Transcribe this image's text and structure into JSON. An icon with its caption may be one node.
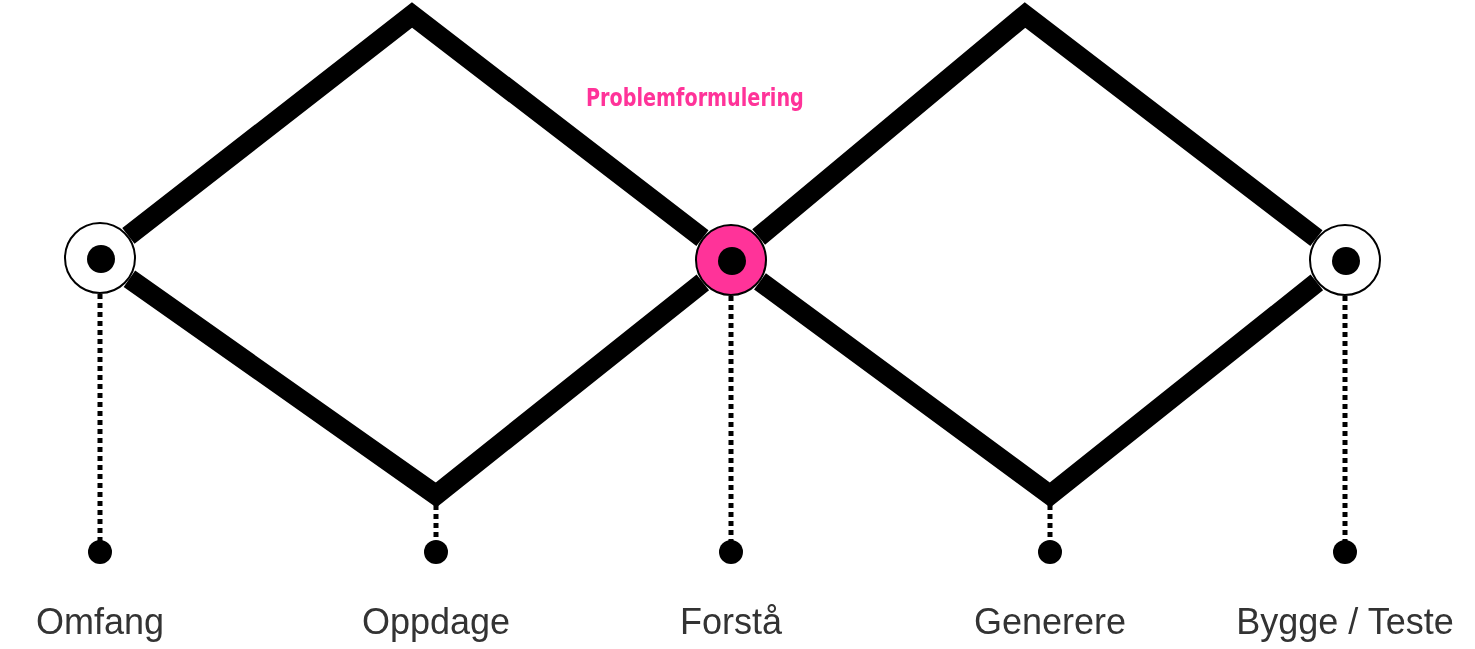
{
  "diagram": {
    "nodes": [
      {
        "text": [],
        "shape": "circle"
      },
      {
        "text": [],
        "shape": "circle"
      },
      {
        "text": [],
        "shape": "circle"
      },
      {
        "text": [
          "Omfang"
        ]
      },
      {
        "text": [
          "Oppdage"
        ]
      },
      {
        "text": [
          "Forstå"
        ]
      },
      {
        "text": [
          "Generere"
        ]
      },
      {
        "text": [
          "Bygge / Teste"
        ]
      }
    ],
    "edges": [
      {
        "from": 0,
        "to": 1,
        "arrow": "none",
        "style": "thick"
      },
      {
        "from": 0,
        "to": 1,
        "arrow": "none",
        "style": "thick"
      },
      {
        "from": 1,
        "to": 2,
        "arrow": "none",
        "style": "thick"
      },
      {
        "from": 1,
        "to": 2,
        "arrow": "none",
        "style": "thick"
      },
      {
        "from": 0,
        "to": 3,
        "arrow": "other",
        "style": "dashed"
      },
      {
        "from": null,
        "to": 4,
        "arrow": "other",
        "style": "dashed"
      },
      {
        "from": 1,
        "to": 5,
        "arrow": "other",
        "style": "dashed"
      },
      {
        "from": null,
        "to": 6,
        "arrow": "other",
        "style": "dashed"
      },
      {
        "from": 2,
        "to": 7,
        "arrow": "other",
        "style": "dashed"
      }
    ],
    "labels": [
      "Problemformulering"
    ]
  }
}
